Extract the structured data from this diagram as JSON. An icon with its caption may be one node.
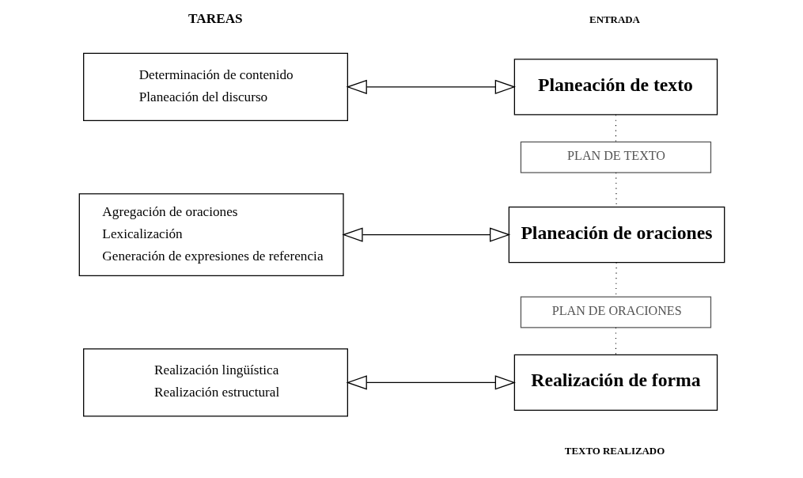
{
  "diagram": {
    "nodes": [
      {
        "text": [
          "Determinación de contenido",
          "Planeación del discurso"
        ]
      },
      {
        "text": [
          "Planeación de texto"
        ]
      },
      {
        "text": [
          "PLAN DE TEXTO"
        ]
      },
      {
        "text": [
          "Agregación de oraciones",
          "Lexicalización",
          "Generación de expresiones de referencia"
        ]
      },
      {
        "text": [
          "Planeación de oraciones"
        ]
      },
      {
        "text": [
          "PLAN DE ORACIONES"
        ]
      },
      {
        "text": [
          "Realización lingüística",
          "Realización estructural"
        ]
      },
      {
        "text": [
          "Realización de forma"
        ],
        "beside": [
          "TEXTO REALIZADO"
        ]
      }
    ],
    "edges": [
      {
        "from": 0,
        "to": 1,
        "arrow": "both"
      },
      {
        "from": 1,
        "to": 2,
        "arrow": "none",
        "style": "dashed"
      },
      {
        "from": 2,
        "to": 4,
        "arrow": "none",
        "style": "dashed"
      },
      {
        "from": 3,
        "to": 4,
        "arrow": "both"
      },
      {
        "from": 4,
        "to": 5,
        "arrow": "none",
        "style": "dashed"
      },
      {
        "from": 5,
        "to": 7,
        "arrow": "none",
        "style": "dashed"
      },
      {
        "from": 6,
        "to": 7,
        "arrow": "both"
      }
    ],
    "labels": [
      "TAREAS",
      "ENTRADA"
    ]
  }
}
